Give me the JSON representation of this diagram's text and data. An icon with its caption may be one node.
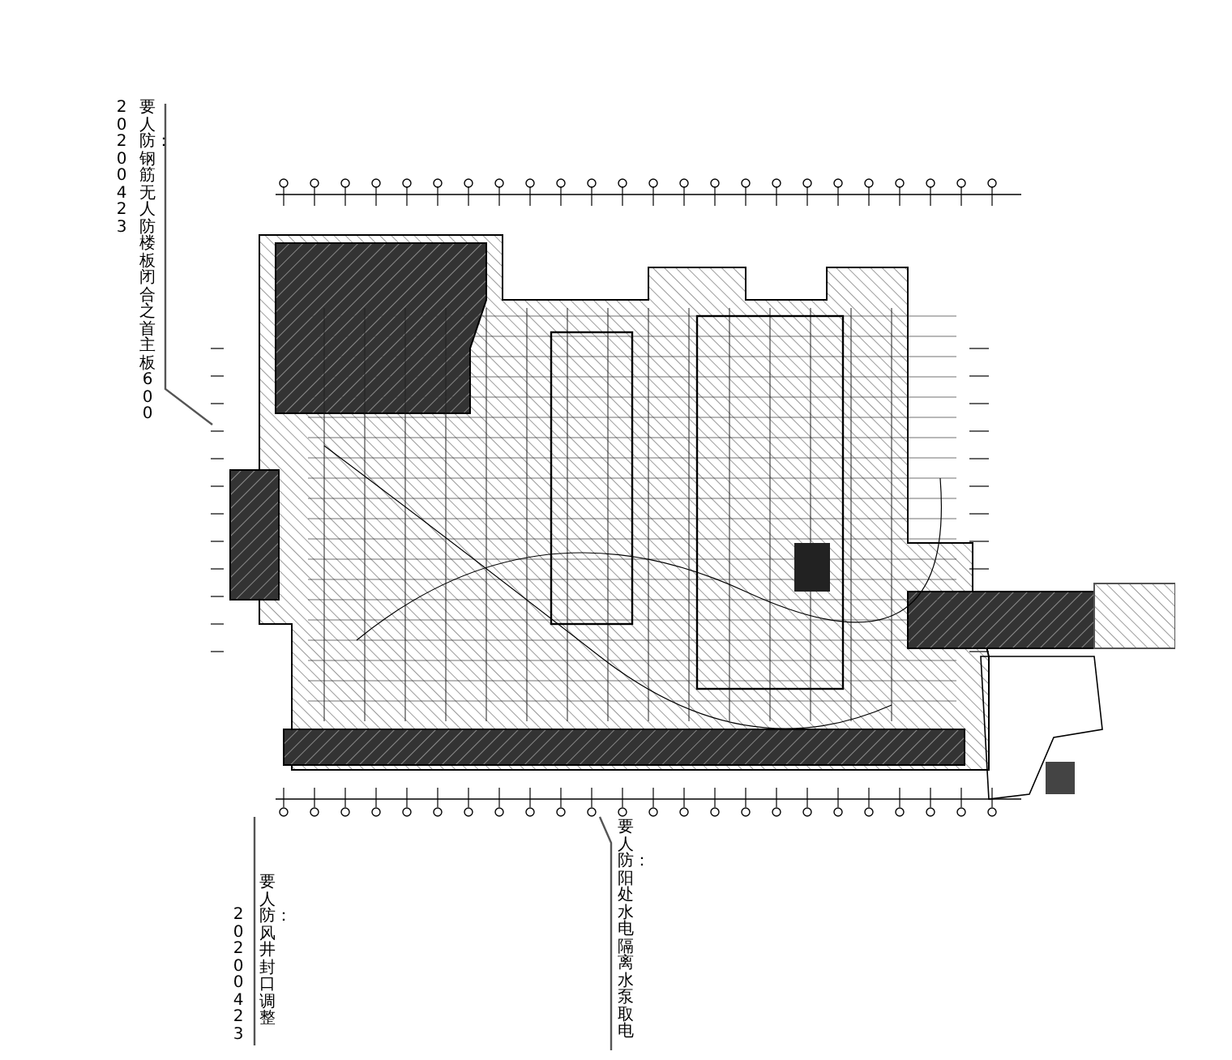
{
  "diagram": {
    "nodes": [
      {
        "text": [],
        "shape": "picture"
      },
      {
        "text": [
          "要人防：钢筋无人防楼板闭合之首主板600"
        ],
        "beside": [
          "20200423"
        ]
      },
      {
        "text": [
          "要人防：风井封口调整"
        ],
        "beside": [
          "20200423"
        ]
      },
      {
        "text": [
          "要人防：阳处水电隔离水泵取电"
        ]
      }
    ],
    "edges": [
      {
        "from": 1,
        "to": 0,
        "arrow": "none"
      },
      {
        "from": 2,
        "to": 0,
        "arrow": "none"
      },
      {
        "from": 3,
        "to": 0,
        "arrow": "none"
      }
    ]
  }
}
